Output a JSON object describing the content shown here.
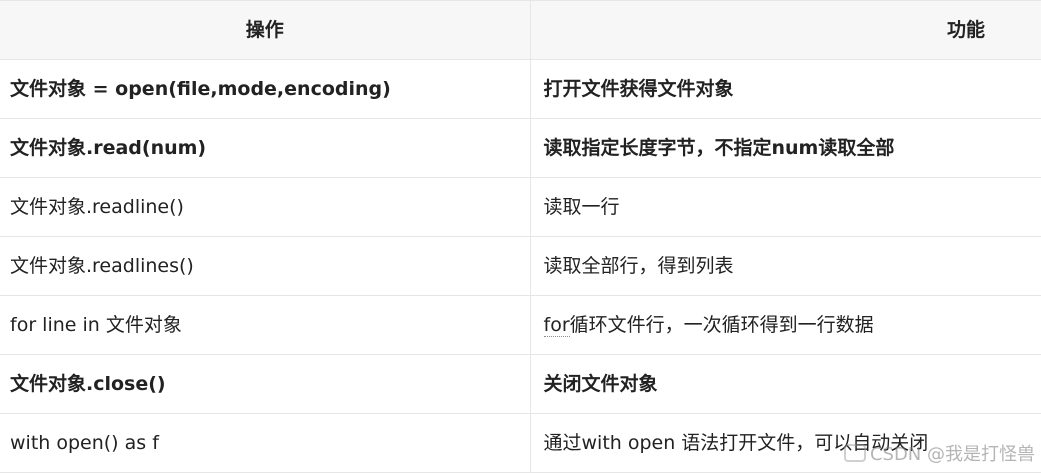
{
  "header": {
    "col_operation": "操作",
    "col_function": "功能"
  },
  "rows": [
    {
      "operation": "文件对象 = open(file,mode,encoding)",
      "function": "打开文件获得文件对象"
    },
    {
      "operation": "文件对象.read(num)",
      "function": "读取指定长度字节，不指定num读取全部"
    },
    {
      "operation": "文件对象.readline()",
      "function": "读取一行"
    },
    {
      "operation": "文件对象.readlines()",
      "function": "读取全部行，得到列表"
    },
    {
      "operation": "for line in 文件对象",
      "function_lead": "for",
      "function_rest": "循环文件行，一次循环得到一行数据"
    },
    {
      "operation": "文件对象.close()",
      "function": "关闭文件对象"
    },
    {
      "operation": "with open() as f",
      "function": "通过with open 语法打开文件，可以自动关闭"
    }
  ],
  "watermark": {
    "text": "CSDN @我是打怪兽",
    "icon": "csdn-logo-icon"
  },
  "colors": {
    "header_bg": "#f7f7f7",
    "border": "#e6e6e6",
    "text": "#222222"
  }
}
